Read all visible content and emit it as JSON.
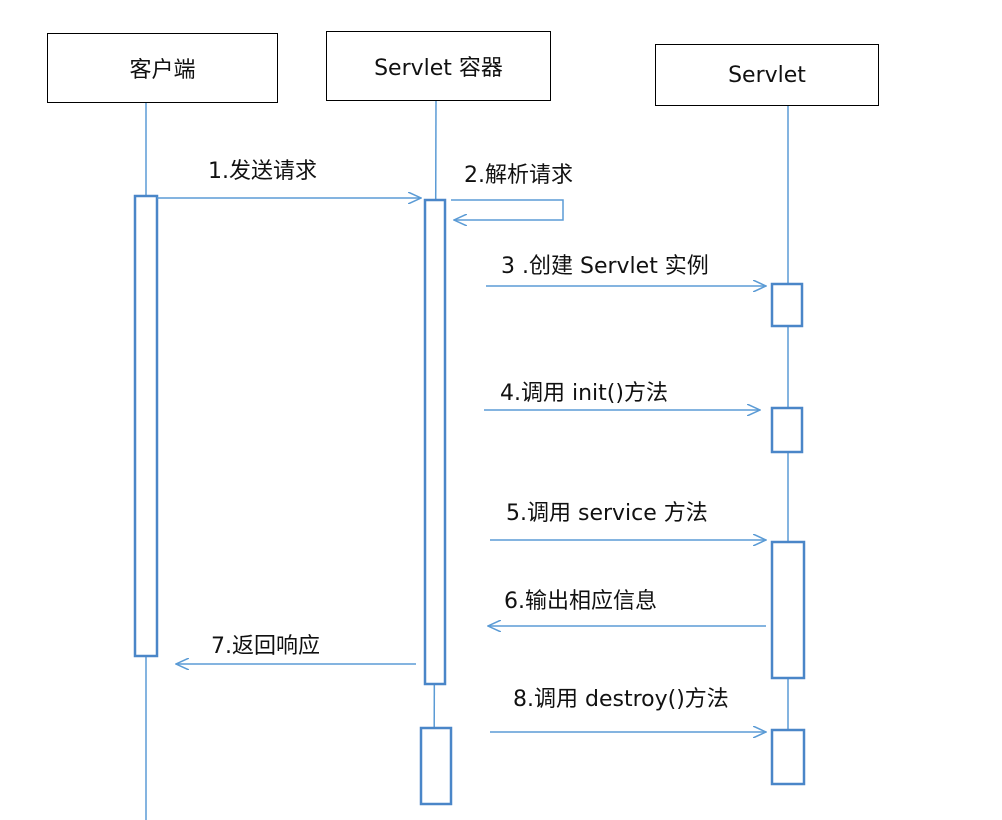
{
  "participants": {
    "client": "客户端",
    "container": "Servlet 容器",
    "servlet": "Servlet"
  },
  "messages": {
    "m1": "1.发送请求",
    "m2": "2.解析请求",
    "m3": "3 .创建 Servlet 实例",
    "m4": "4.调用 init()方法",
    "m5": "5.调用 service 方法",
    "m6": "6.输出相应信息",
    "m7": "7.返回响应",
    "m8": "8.调用 destroy()方法"
  },
  "colors": {
    "line": "#5b9bd5",
    "box_border": "#000000",
    "activation_border": "#4a86c8"
  }
}
